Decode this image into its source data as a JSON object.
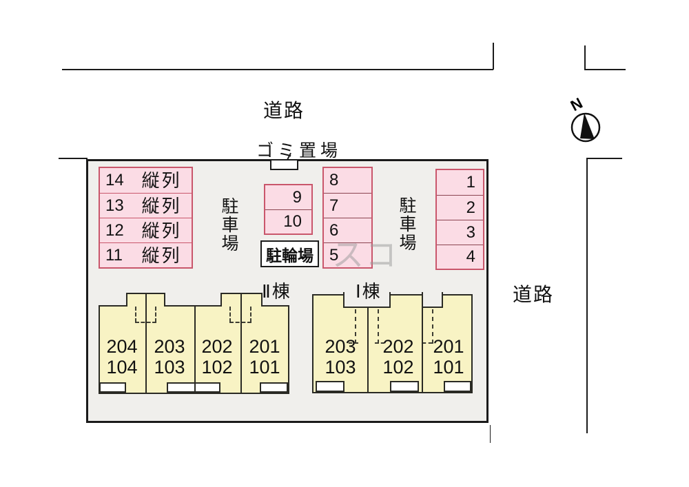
{
  "roads": {
    "top_label": "道路",
    "right_label": "道路"
  },
  "compass": {
    "north_label": "N"
  },
  "site": {
    "trash_area_label": "ゴミ置場",
    "bicycle_area_label": "駐輪場",
    "parking_label_west": "駐車場",
    "parking_label_east": "駐車場",
    "watermark": "スコ",
    "tandem_stalls": [
      {
        "number": "14",
        "type": "縦列"
      },
      {
        "number": "13",
        "type": "縦列"
      },
      {
        "number": "12",
        "type": "縦列"
      },
      {
        "number": "11",
        "type": "縦列"
      }
    ],
    "center_stalls": [
      {
        "number": "9"
      },
      {
        "number": "10"
      }
    ],
    "mid_stalls": [
      {
        "number": "8"
      },
      {
        "number": "7"
      },
      {
        "number": "6"
      },
      {
        "number": "5"
      }
    ],
    "east_stalls": [
      {
        "number": "1"
      },
      {
        "number": "2"
      },
      {
        "number": "3"
      },
      {
        "number": "4"
      }
    ]
  },
  "buildings": [
    {
      "name": "Ⅱ棟",
      "units": [
        {
          "upper": "204",
          "lower": "104"
        },
        {
          "upper": "203",
          "lower": "103"
        },
        {
          "upper": "202",
          "lower": "102"
        },
        {
          "upper": "201",
          "lower": "101"
        }
      ]
    },
    {
      "name": "Ⅰ棟",
      "units": [
        {
          "upper": "203",
          "lower": "103"
        },
        {
          "upper": "202",
          "lower": "102"
        },
        {
          "upper": "201",
          "lower": "101"
        }
      ]
    }
  ],
  "colors": {
    "stall_fill": "#fbdce5",
    "stall_border": "#c9566b",
    "building_fill": "#f8f3c4",
    "site_fill": "#f0efec",
    "line": "#1a1a1a"
  }
}
